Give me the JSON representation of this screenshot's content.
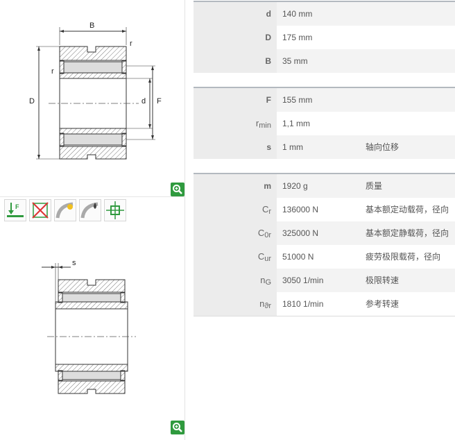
{
  "drawing1": {
    "B": "B",
    "r_top": "r",
    "r_left": "r",
    "D": "D",
    "d": "d",
    "F": "F"
  },
  "drawing2": {
    "s": "s"
  },
  "icons": [
    "fixed-bearing-icon",
    "no-axial-load-icon",
    "lubrication-icon",
    "oil-icon",
    "alignment-icon"
  ],
  "colors": {
    "accent": "#2f9a3e",
    "key_bg": "#ececec",
    "row_alt": "#f3f3f3",
    "header_bar": "#b3b9bf"
  },
  "group1": [
    {
      "key": "d",
      "value": "140  mm",
      "desc": ""
    },
    {
      "key": "D",
      "value": "175  mm",
      "desc": ""
    },
    {
      "key": "B",
      "value": "35  mm",
      "desc": ""
    }
  ],
  "group2": [
    {
      "key": "F",
      "value": "155  mm",
      "desc": ""
    },
    {
      "key": "r",
      "sub": "min",
      "value": "1,1  mm",
      "desc": ""
    },
    {
      "key": "s",
      "value": "1  mm",
      "desc": "轴向位移"
    }
  ],
  "group3": [
    {
      "key": "m",
      "value": "1920  g",
      "desc": "质量"
    },
    {
      "key": "C",
      "sub": "r",
      "value": "136000  N",
      "desc": "基本额定动载荷，径向"
    },
    {
      "key": "C",
      "sub": "0r",
      "value": "325000  N",
      "desc": "基本额定静载荷，径向"
    },
    {
      "key": "C",
      "sub": "ur",
      "value": "51000  N",
      "desc": "疲劳极限载荷，径向"
    },
    {
      "key": "n",
      "sub": "G",
      "value": "3050  1/min",
      "desc": "极限转速"
    },
    {
      "key": "n",
      "sub": "ϑr",
      "value": "1810  1/min",
      "desc": "参考转速"
    }
  ]
}
